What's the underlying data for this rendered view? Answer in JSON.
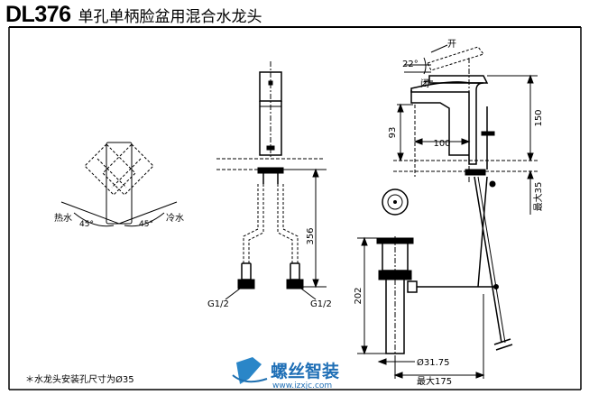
{
  "header": {
    "model_code": "DL376",
    "product_name": "单孔单柄脸盆用混合水龙头"
  },
  "labels": {
    "hot_water": "热水",
    "cold_water": "冷水",
    "angle_left": "45°",
    "angle_right": "45°",
    "open": "开",
    "closed": "闭",
    "lever_angle": "22°",
    "thread_left": "G1/2",
    "thread_right": "G1/2"
  },
  "dimensions": {
    "supply_hose_length": "356",
    "spout_reach": "100",
    "spout_height": "93",
    "overall_height": "150",
    "max_deck_thickness": "最大35",
    "drain_length": "202",
    "drain_diameter": "Ø31.75",
    "max_drain_reach": "最大175"
  },
  "footnote": "＊水龙头安装孔尺寸为Ø35",
  "watermark": {
    "brand": "螺丝智装",
    "url": "www.izxjc.com"
  }
}
